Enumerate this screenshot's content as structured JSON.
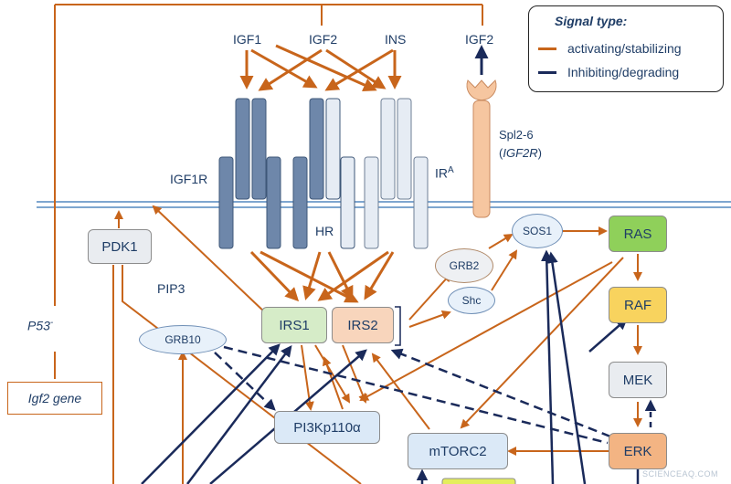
{
  "legend": {
    "title": "Signal type:",
    "activating_label": "activating/stabilizing",
    "inhibiting_label": "Inhibiting/degrading"
  },
  "colors": {
    "activating": "#c8651b",
    "inhibiting": "#1a2a5a",
    "igf1r_fill": "#6e87aa",
    "ir_fill": "#e6ecf4",
    "igf2r_fill": "#f6c6a0",
    "membrane": "#7ea6cf",
    "ras_fill": "#8fd05a",
    "raf_fill": "#f8d35e",
    "erk_fill": "#f3b483",
    "irs1_fill": "#d6ecc8",
    "irs2_fill": "#f8d5bc",
    "pdk1_fill": "#e9ecf0",
    "blue_node_fill": "#dbe9f7"
  },
  "ligands": {
    "igf1": "IGF1",
    "igf2": "IGF2",
    "ins": "INS",
    "igf2_bound": "IGF2"
  },
  "receptors": {
    "igf1r": "IGF1R",
    "hr": "HR",
    "ir": "IR",
    "ir_sup": "A",
    "spl": "Spl2-6",
    "igf2r": "IGF2R"
  },
  "nodes": {
    "pdk1": "PDK1",
    "pip3": "PIP3",
    "p53": "P53",
    "p53_sup": "-",
    "igf2_gene": "Igf2 gene",
    "grb10": "GRB10",
    "irs1": "IRS1",
    "irs2": "IRS2",
    "pi3k": "PI3Kp110α",
    "mtorc2": "mTORC2",
    "grb2": "GRB2",
    "shc": "Shc",
    "sos1": "SOS1",
    "ras": "RAS",
    "raf": "RAF",
    "mek": "MEK",
    "erk": "ERK"
  },
  "watermark": "SCIENCEAQ.COM"
}
